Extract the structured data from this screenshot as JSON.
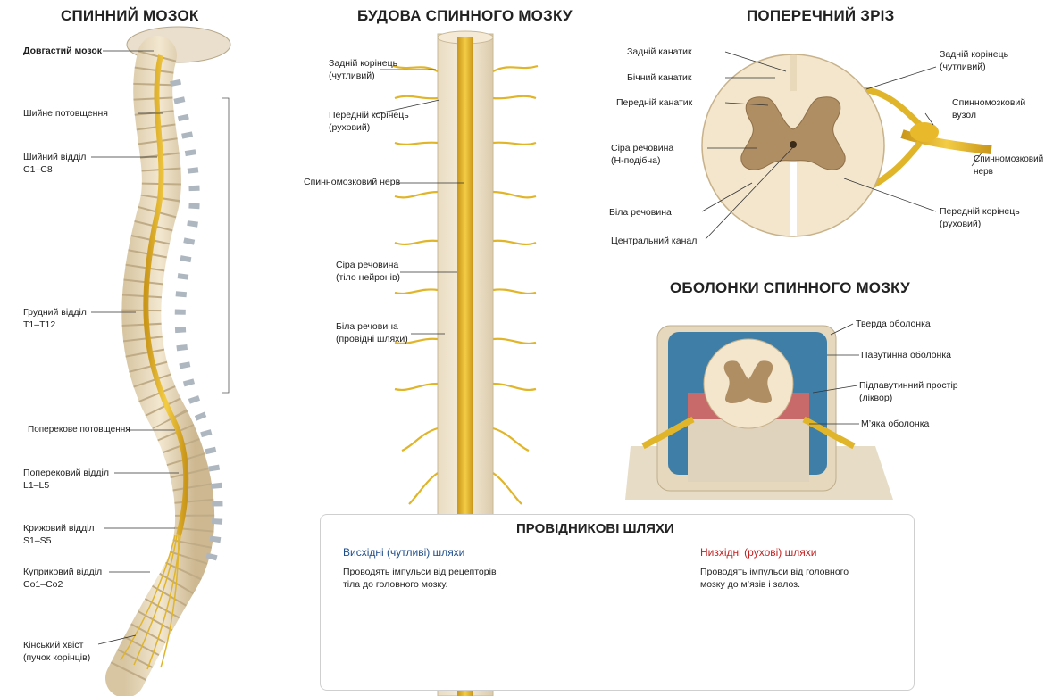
{
  "titles": {
    "spinal_cord": "СПИННИЙ МОЗОК",
    "structure": "БУДОВА СПИННОГО МОЗКУ",
    "cross_section": "ПОПЕРЕЧНИЙ ЗРІЗ",
    "meninges": "ОБОЛОНКИ СПИННОГО МОЗКУ",
    "pathways": "ПРОВІДНИКОВІ ШЛЯХИ"
  },
  "spine_labels": {
    "medulla": "Довгастий мозок",
    "cervical_enl": "Шийне потовщення",
    "cervical": "Шийний відділ",
    "cervical_range": "C1–C8",
    "thoracic": "Грудний відділ",
    "thoracic_range": "T1–T12",
    "lumbar_enl": "Поперекове потовщення",
    "lumbar": "Поперековий відділ",
    "lumbar_range": "L1–L5",
    "sacral": "Крижовий відділ",
    "sacral_range": "S1–S5",
    "coccygeal": "Куприковий відділ",
    "coccygeal_range": "Co1–Co2",
    "cauda": "Кінський хвіст",
    "cauda_note": "(пучок корінців)"
  },
  "structure_labels": {
    "dorsal_root": "Задній корінець",
    "dorsal_root_note": "(чутливий)",
    "ventral_root": "Передній корінець",
    "ventral_root_note": "(руховий)",
    "spinal_nerve": "Спинномозковий нерв",
    "gray": "Сіра речовина",
    "gray_note": "(тіло нейронів)",
    "white": "Біла речовина",
    "white_note": "(провідні шляхи)"
  },
  "cross_labels": {
    "posterior_funiculus": "Задній канатик",
    "lateral_funiculus": "Бічний канатик",
    "anterior_funiculus": "Передній канатик",
    "gray": "Сіра речовина",
    "gray_note": "(Н-подібна)",
    "white": "Біла речовина",
    "central_canal": "Центральний канал",
    "dorsal_root": "Задній корінець",
    "dorsal_root_note": "(чутливий)",
    "ganglion": "Спинномозковий",
    "ganglion_note": "вузол",
    "nerve": "Спинномозковий",
    "nerve_note": "нерв",
    "ventral_root": "Передній корінець",
    "ventral_root_note": "(руховий)"
  },
  "meninges_labels": {
    "dura": "Тверда оболонка",
    "arachnoid": "Павутинна оболонка",
    "subarachnoid": "Підпавутинний простір",
    "subarachnoid_note": "(ліквор)",
    "pia": "М’яка оболонка"
  },
  "pathways": {
    "ascending_title": "Висхідні (чутливі) шляхи",
    "ascending_text_1": "Проводять імпульси від рецепторів",
    "ascending_text_2": "тіла до головного мозку.",
    "descending_title": "Низхідні (рухові) шляхи",
    "descending_text_1": "Проводять імпульси від головного",
    "descending_text_2": "мозку до м’язів і залоз."
  },
  "colors": {
    "nerve": "#e8b92a",
    "bone": "#eadcc0",
    "gray_matter": "#b08e64",
    "white_matter": "#f3e6cc",
    "dura_blue": "#3f7fa7",
    "pia_red": "#c96a6a",
    "ascending": "#1f4e8c",
    "descending": "#c42121"
  },
  "icons": [
    "spine-illustration",
    "cord-illustration",
    "cross-section-illustration",
    "meninges-illustration",
    "pathway-arrow-icon"
  ]
}
